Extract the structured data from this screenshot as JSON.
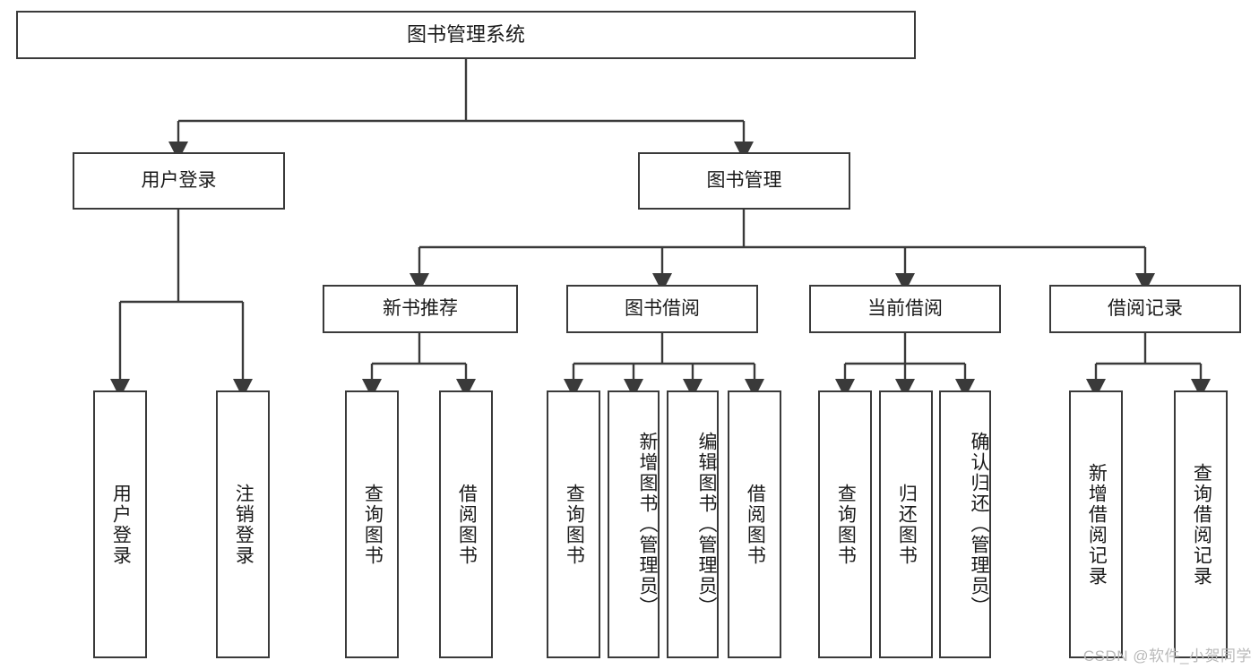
{
  "diagram": {
    "title": "图书管理系统",
    "type": "tree",
    "watermark": "CSDN @软件_小贺同学",
    "colors": {
      "box_border": "#3a3a3a",
      "line": "#3a3a3a",
      "background": "#ffffff",
      "text": "#1a1a1a",
      "watermark": "#b9b9b9"
    },
    "nodes": {
      "root": {
        "label": "图书管理系统"
      },
      "level2": [
        {
          "id": "user-login",
          "label": "用户登录"
        },
        {
          "id": "book-manage",
          "label": "图书管理"
        }
      ],
      "level3": [
        {
          "id": "new-book-rec",
          "label": "新书推荐"
        },
        {
          "id": "book-borrow",
          "label": "图书借阅"
        },
        {
          "id": "current-borrow",
          "label": "当前借阅"
        },
        {
          "id": "borrow-record",
          "label": "借阅记录"
        }
      ],
      "leaves": {
        "user-login": [
          {
            "id": "leaf-user-login",
            "label": "用户登录"
          },
          {
            "id": "leaf-logout-login",
            "label": "注销登录"
          }
        ],
        "new-book-rec": [
          {
            "id": "leaf-query-book-1",
            "label": "查询图书"
          },
          {
            "id": "leaf-borrow-book-1",
            "label": "借阅图书"
          }
        ],
        "book-borrow": [
          {
            "id": "leaf-query-book-2",
            "label": "查询图书"
          },
          {
            "id": "leaf-add-book",
            "label": "新增图书（管理员）"
          },
          {
            "id": "leaf-edit-book",
            "label": "编辑图书（管理员）"
          },
          {
            "id": "leaf-borrow-book-2",
            "label": "借阅图书"
          }
        ],
        "current-borrow": [
          {
            "id": "leaf-query-book-3",
            "label": "查询图书"
          },
          {
            "id": "leaf-return-book",
            "label": "归还图书"
          },
          {
            "id": "leaf-confirm-return",
            "label": "确认归还（管理员）"
          }
        ],
        "borrow-record": [
          {
            "id": "leaf-add-record",
            "label": "新增借阅记录"
          },
          {
            "id": "leaf-query-record",
            "label": "查询借阅记录"
          }
        ]
      }
    }
  }
}
